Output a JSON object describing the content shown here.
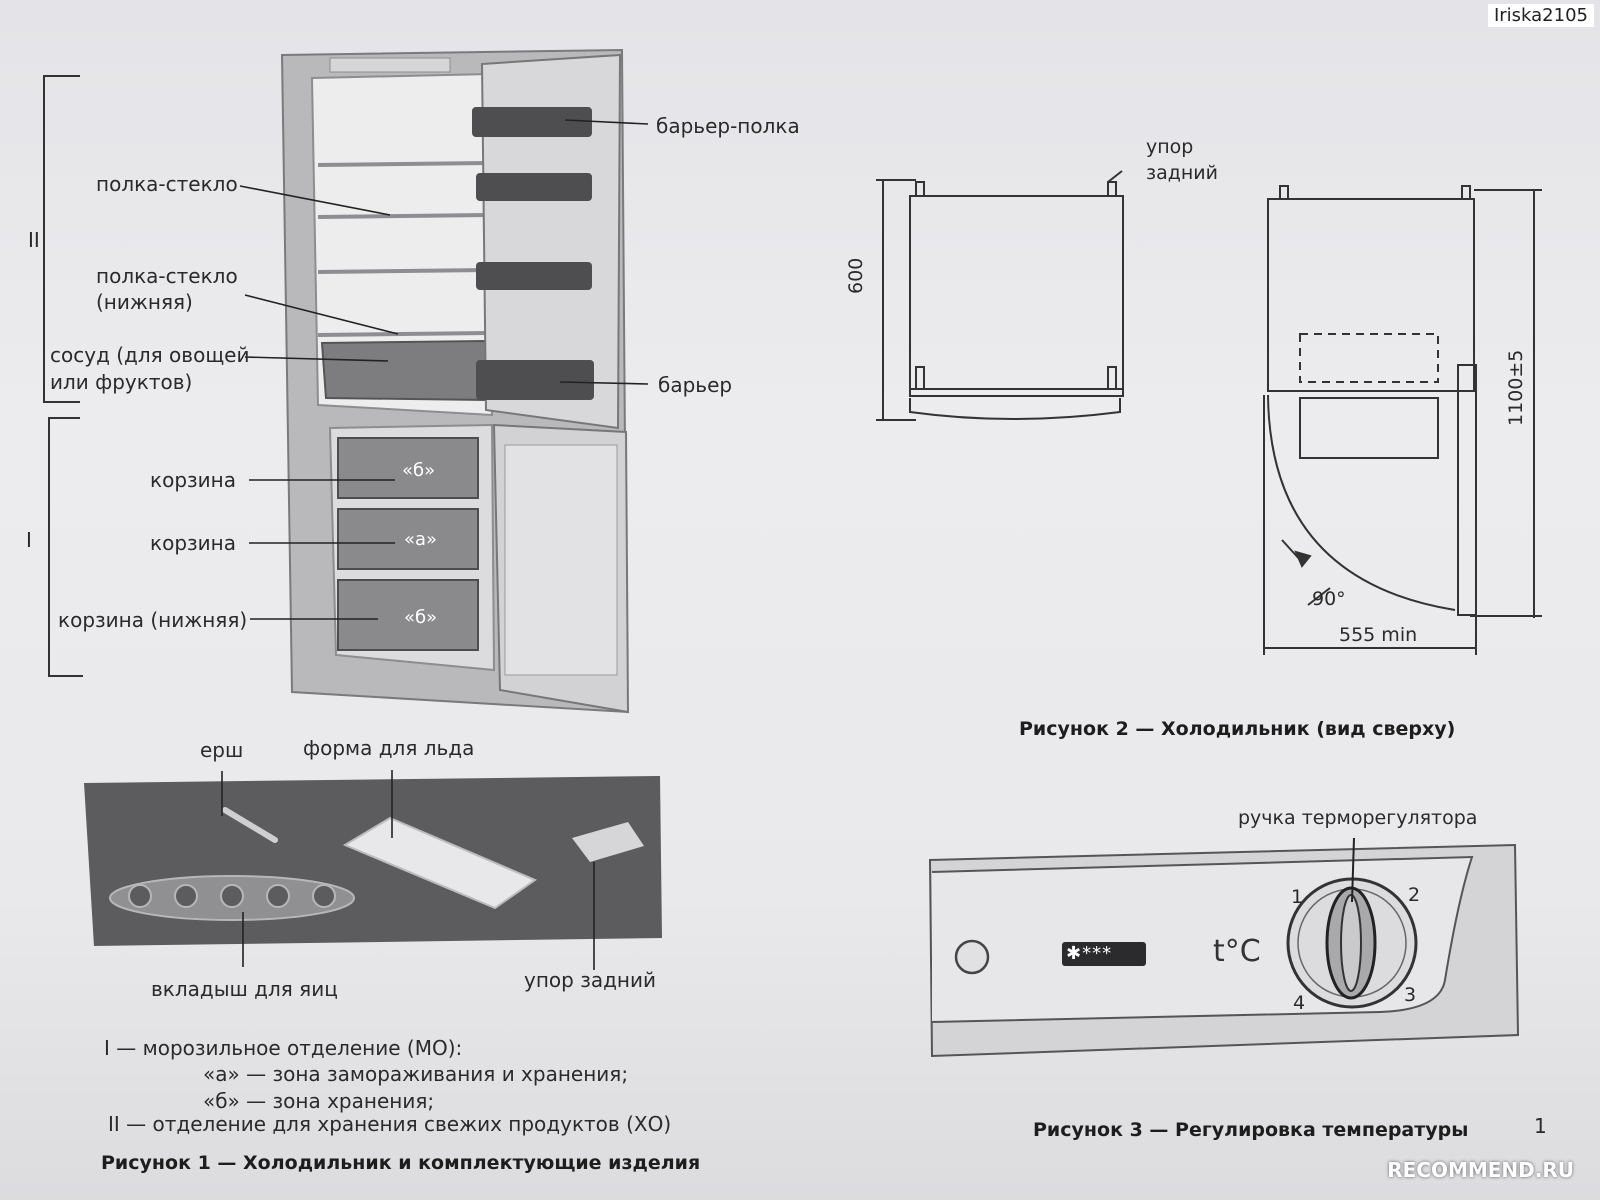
{
  "watermark_user": "Iriska2105",
  "watermark_site": "RECOMMEND.RU",
  "figure1": {
    "zone_II": "II",
    "zone_I": "I",
    "labels": {
      "barrier_shelf": "барьер-полка",
      "glass_shelf": "полка-стекло",
      "glass_shelf_lower_1": "полка-стекло",
      "glass_shelf_lower_2": "(нижняя)",
      "vessel_1": "сосуд (для овощей",
      "vessel_2": "или фруктов)",
      "barrier": "барьер",
      "basket1": "корзина",
      "basket2": "корзина",
      "basket3": "корзина (нижняя)",
      "basket_b1": "«б»",
      "basket_a": "«а»",
      "basket_b2": "«б»"
    },
    "accessories": {
      "brush": "ерш",
      "ice_tray": "форма для льда",
      "egg_insert": "вкладыш для яиц",
      "rear_stop": "упор задний"
    },
    "legend": [
      "I — морозильное отделение (МО):",
      "«а» — зона замораживания и хранения;",
      "«б» — зона хранения;",
      "II — отделение для хранения свежих продуктов (ХО)"
    ],
    "caption": "Рисунок 1 — Холодильник и комплектующие изделия"
  },
  "figure2": {
    "rear_stop_1": "упор",
    "rear_stop_2": "задний",
    "dim_depth": "600",
    "dim_total": "1100±5",
    "dim_width": "555 min",
    "angle": "90°",
    "caption": "Рисунок 2 — Холодильник (вид сверху)"
  },
  "figure3": {
    "knob_label": "ручка терморегулятора",
    "stars": "✱***",
    "temp": "t°C",
    "dial": [
      "1",
      "2",
      "3",
      "4"
    ],
    "caption": "Рисунок 3 — Регулировка температуры"
  },
  "page_number": "1",
  "colors": {
    "paper": "#e6e6e9",
    "ink": "#222222",
    "photo_dark": "#5a5a5a"
  }
}
